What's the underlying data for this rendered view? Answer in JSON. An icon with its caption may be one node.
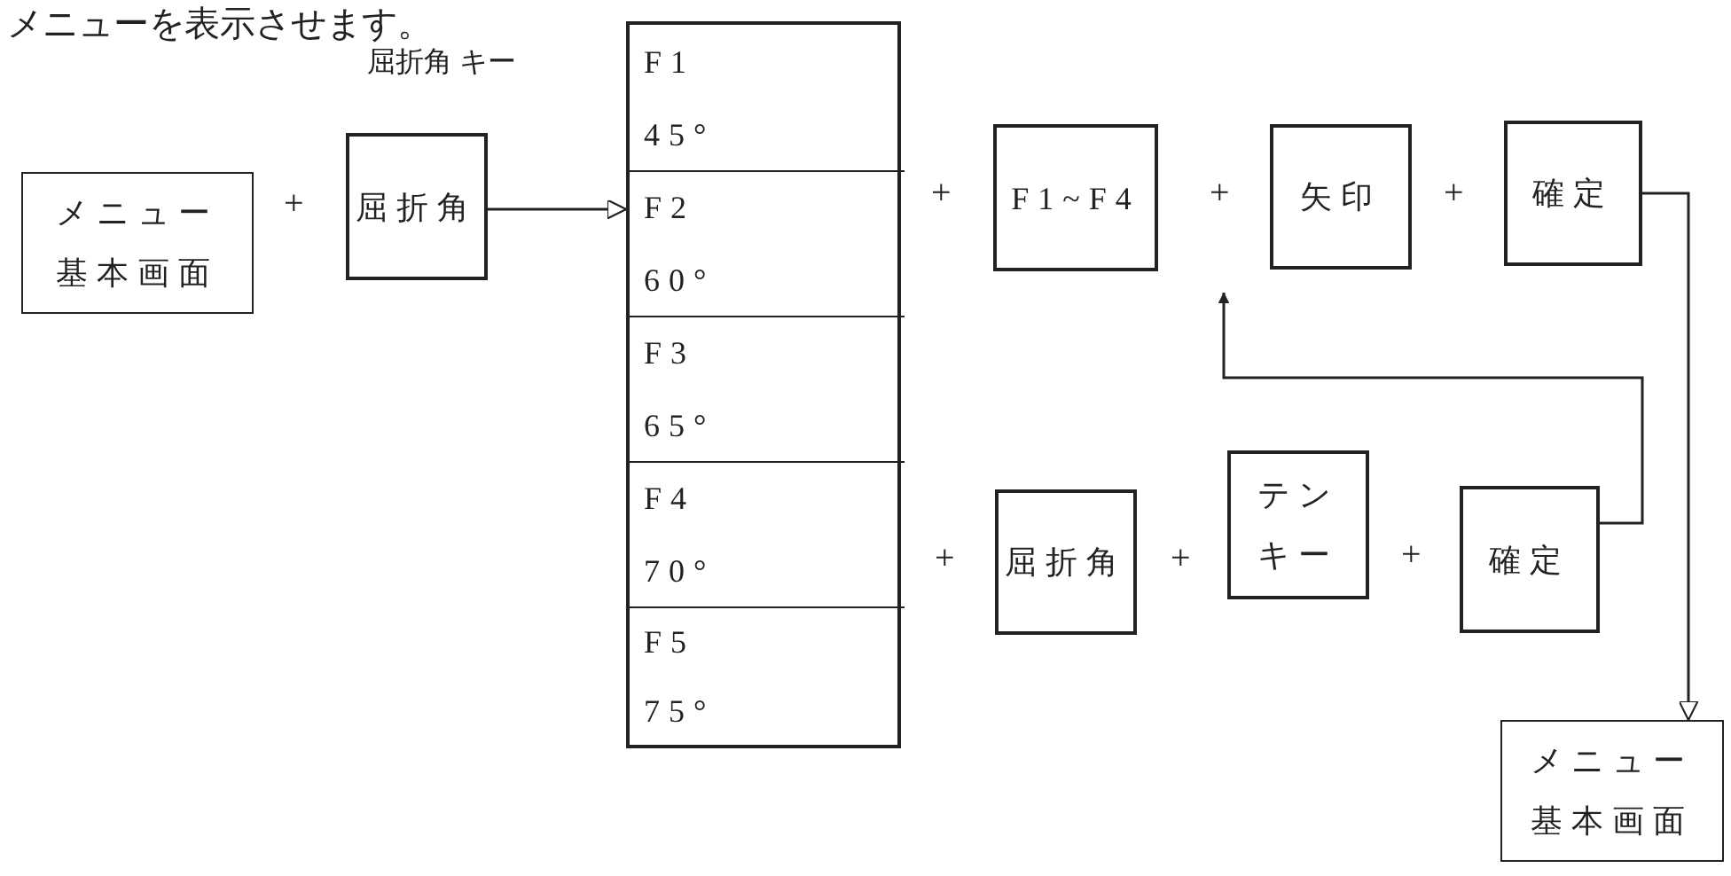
{
  "diagram": {
    "nodes": [
      {
        "text": [
          "メニュー基本画面"
        ]
      },
      {
        "text": [
          "屈折角"
        ],
        "beside": [
          "屈折角 キー"
        ]
      },
      {
        "text": [],
        "shape": "box"
      },
      {
        "text": [
          "F1",
          "45°"
        ],
        "in": 2
      },
      {
        "text": [
          "F2",
          "60°"
        ],
        "in": 2
      },
      {
        "text": [
          "F3",
          "65°"
        ],
        "in": 2
      },
      {
        "text": [
          "F4",
          "70°"
        ],
        "in": 2
      },
      {
        "text": [
          "F5",
          "75°"
        ],
        "in": 2
      },
      {
        "text": [
          "F1~F4"
        ]
      },
      {
        "text": [
          "矢印"
        ]
      },
      {
        "text": [
          "確定"
        ]
      },
      {
        "text": [
          "屈折角"
        ]
      },
      {
        "text": [
          "テンキー"
        ]
      },
      {
        "text": [
          "確定"
        ]
      },
      {
        "text": [
          "メニュー基本画面"
        ]
      }
    ],
    "edges": [
      {
        "from": 1,
        "to": 2,
        "arrow": "to"
      },
      {
        "from": 10,
        "to": 14,
        "arrow": "to"
      },
      {
        "from": 13,
        "to": null,
        "arrow": "to"
      }
    ],
    "labels": [
      "メニューを表示させます。",
      "+",
      "+",
      "+",
      "+",
      "+",
      "+",
      "+"
    ]
  }
}
